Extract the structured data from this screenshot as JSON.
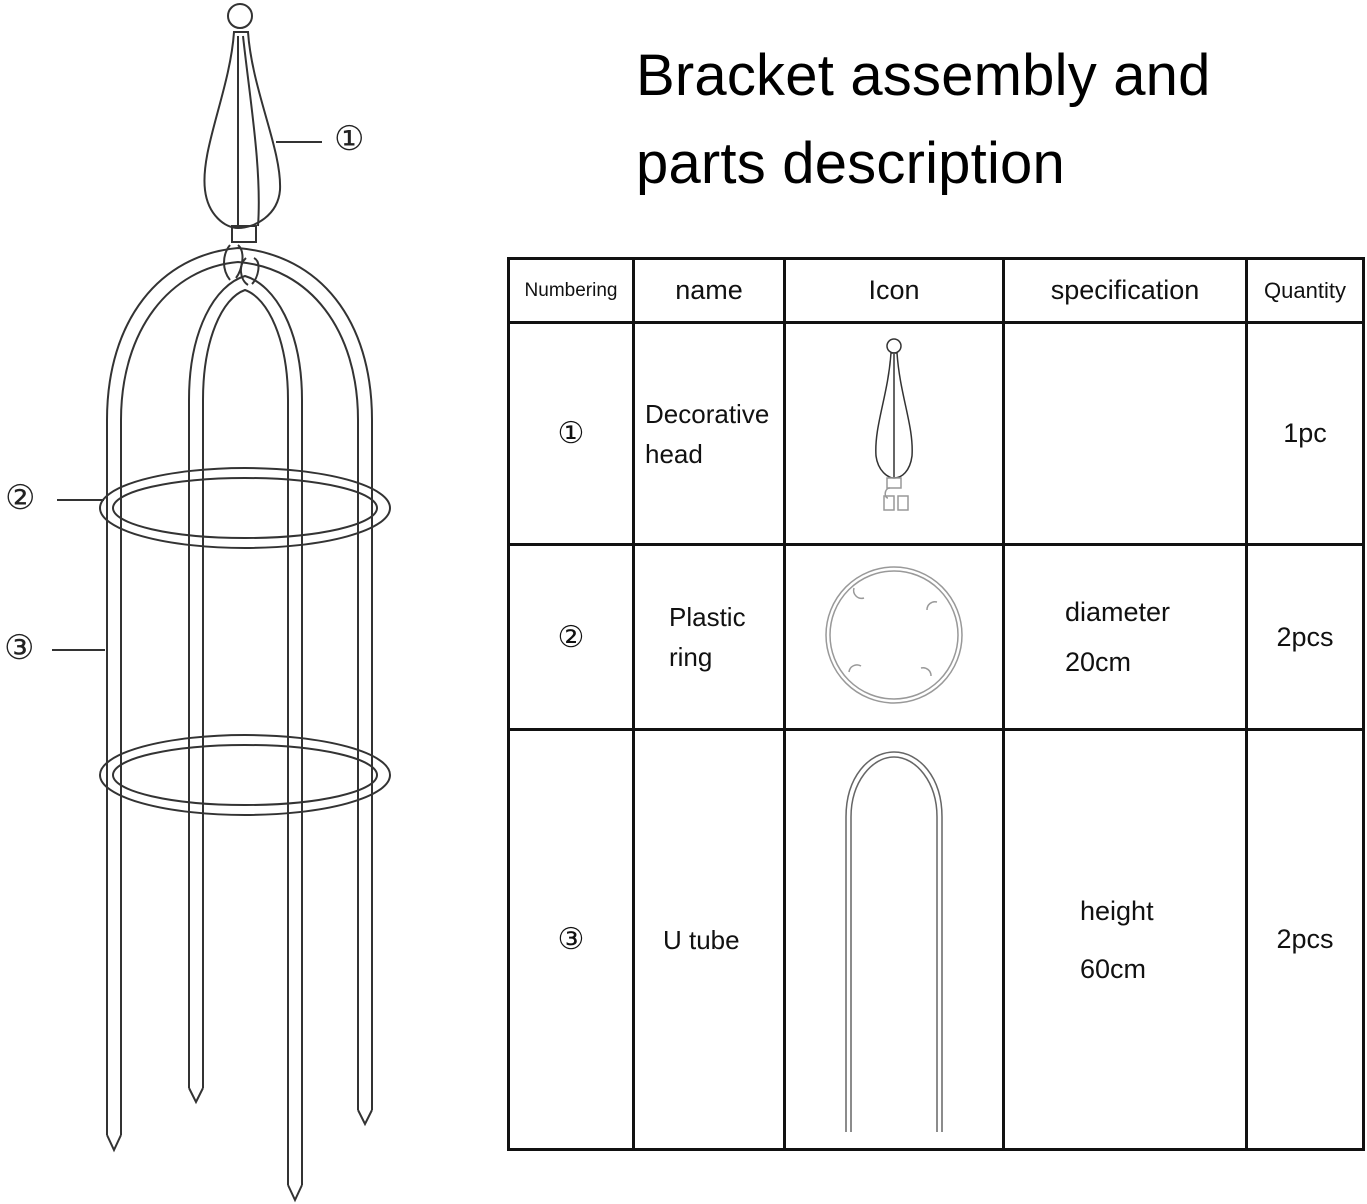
{
  "title": {
    "line1": "Bracket assembly and",
    "line2": "parts description"
  },
  "diagram": {
    "callouts": [
      "①",
      "②",
      "③"
    ],
    "icons": [
      "obelisk-trellis-icon"
    ]
  },
  "table": {
    "headers": [
      "Numbering",
      "name",
      "Icon",
      "specification",
      "Quantity"
    ],
    "rows": [
      {
        "number": "①",
        "name_line1": "Decorative",
        "name_line2": "head",
        "icon": "decorative-head-icon",
        "spec_line1": "",
        "spec_line2": "",
        "quantity": "1pc"
      },
      {
        "number": "②",
        "name_line1": "Plastic",
        "name_line2": "ring",
        "icon": "plastic-ring-icon",
        "spec_line1": "diameter",
        "spec_line2": "20cm",
        "quantity": "2pcs"
      },
      {
        "number": "③",
        "name_line1": "U tube",
        "name_line2": "",
        "icon": "u-tube-icon",
        "spec_line1": "height",
        "spec_line2": "60cm",
        "quantity": "2pcs"
      }
    ]
  },
  "colors": {
    "line": "#333333",
    "text": "#111111",
    "background": "#ffffff"
  }
}
